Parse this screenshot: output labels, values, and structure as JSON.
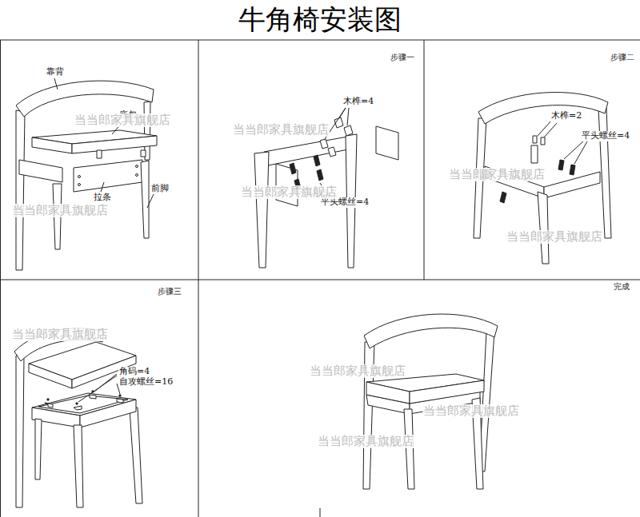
{
  "diagram": {
    "title": "牛角椅安装图",
    "labels": [
      "靠背",
      "座包",
      "拉条",
      "前脚",
      "步骤一",
      "木榫=4",
      "平头螺丝=4",
      "步骤二",
      "木榫=2",
      "平头螺丝=4",
      "步骤三",
      "角码=4",
      "自攻螺丝=16",
      "完成",
      "当当郎家具旗舰店",
      "当当郎家具旗舰店",
      "当当郎家具旗舰店",
      "当当郎家具旗舰店",
      "当当郎家具旗舰店",
      "当当郎家具旗舰店",
      "当当郎家具旗舰店",
      "当当郎家具旗舰店",
      "当当郎家具旗舰店",
      "当当郎家具旗舰店"
    ]
  }
}
